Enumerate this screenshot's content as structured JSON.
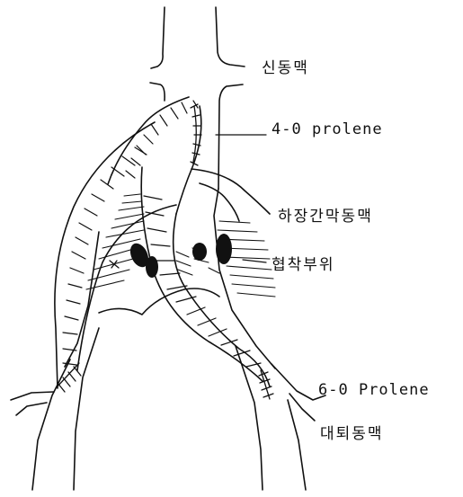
{
  "labels": {
    "kidney_artery": "신동맥",
    "suture_top": "4-0 prolene",
    "inferior_mesenteric": "하장간막동맥",
    "stenosis": "협착부위",
    "suture_bottom": "6-0 Prolene",
    "femoral_artery": "대퇴동맥"
  },
  "colors": {
    "ink": "#111111",
    "paper": "#ffffff"
  }
}
